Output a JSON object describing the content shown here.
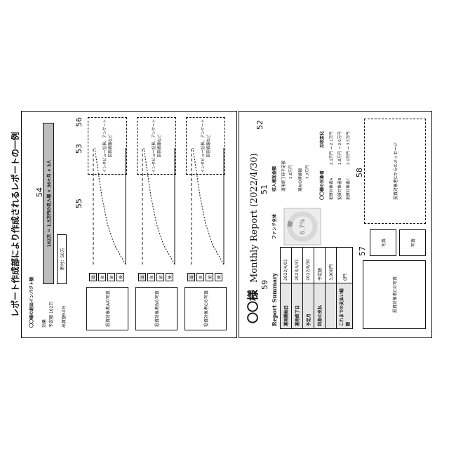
{
  "figure_caption": "レポート作成部により作成されるレポートの一例",
  "page1": {
    "recipient": "〇〇様",
    "report_title": "Monthly Report (2022/4/30)",
    "summary": {
      "heading": "Report Summary",
      "rows": [
        {
          "label": "運用開始日",
          "value": "2022/4/01"
        },
        {
          "label": "運用終了日",
          "value": "2023/3/31"
        },
        {
          "label": "予定月",
          "value": "2022/9/30"
        },
        {
          "label": "利息の支払",
          "value": "予定額"
        },
        {
          "label": "",
          "value": "3,900円"
        },
        {
          "label": "これまでの支払い総額",
          "value": "0円"
        }
      ]
    },
    "fund_label": "ファンド全体",
    "gauge_value": "6.7%",
    "gauge_fraction": 0.067,
    "income": {
      "heading": "収入増加金額",
      "planned_label": "運用終了時予定額",
      "planned_value": "1.8万円",
      "current_label": "現在の実績額",
      "current_value": "7.7万円"
    },
    "investors": {
      "heading": "〇〇様の対象者",
      "change_heading": "月収変化",
      "rows": [
        {
          "name": "投資対象者A",
          "change": "2.1万円 → 2.1万円"
        },
        {
          "name": "投資対象者B",
          "change": "1.8万円 → 2.0万円"
        },
        {
          "name": "投資対象者C",
          "change": "2.0万円 → 3.5万円"
        }
      ]
    },
    "message_label": "投資対象者Cからのメッセージ",
    "photo_label": "写真",
    "main_photo_label": "投資対象者Cの写真",
    "refs": {
      "summary": "59",
      "fund": "51",
      "investors": "52",
      "photos": "57",
      "message": "58"
    }
  },
  "page2": {
    "header": "〇〇様の創出インパクト額",
    "effect_label": "効果",
    "effect_value": "予定額 162万",
    "outlay_label": "出資額50万",
    "outlay_bar_label": "寄付：50万",
    "impact_bar_label": "162万 ＝ 1.5万円の収入増 × 36ヶ月 × 3人",
    "effect_fraction": 1.0,
    "outlay_fraction": 0.309,
    "investors": [
      {
        "photo_label": "投資対象者Aの写真",
        "interview_label": "インタビュー記事、アンケート回答情報など"
      },
      {
        "photo_label": "投資対象者Bの写真",
        "interview_label": "インタビュー記事、アンケート回答情報など"
      },
      {
        "photo_label": "投資対象者Cの写真",
        "interview_label": "インタビュー記事、アンケート回答情報など"
      }
    ],
    "legend_marks": [
      "出",
      "自",
      "前",
      "後"
    ],
    "refs": {
      "impact": "54",
      "legend": "55",
      "chart": "53",
      "interview": "56"
    }
  }
}
